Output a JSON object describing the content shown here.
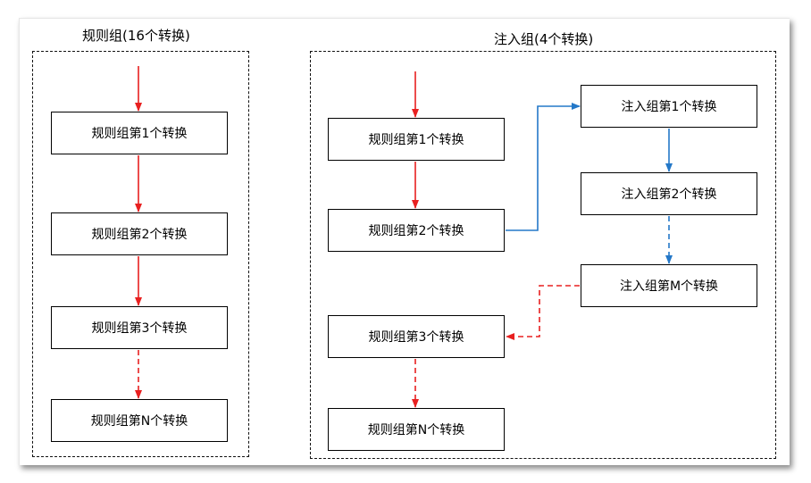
{
  "colors": {
    "red_arrow": "#e82020",
    "blue_arrow": "#2478c8",
    "border": "#111111"
  },
  "regular_group": {
    "title": "规则组(16个转换)",
    "nodes": [
      "规则组第1个转换",
      "规则组第2个转换",
      "规则组第3个转换",
      "规则组第N个转换"
    ]
  },
  "injected_group": {
    "title": "注入组(4个转换)",
    "regular_nodes": [
      "规则组第1个转换",
      "规则组第2个转换",
      "规则组第3个转换",
      "规则组第N个转换"
    ],
    "injected_nodes": [
      "注入组第1个转换",
      "注入组第2个转换",
      "注入组第M个转换"
    ]
  }
}
